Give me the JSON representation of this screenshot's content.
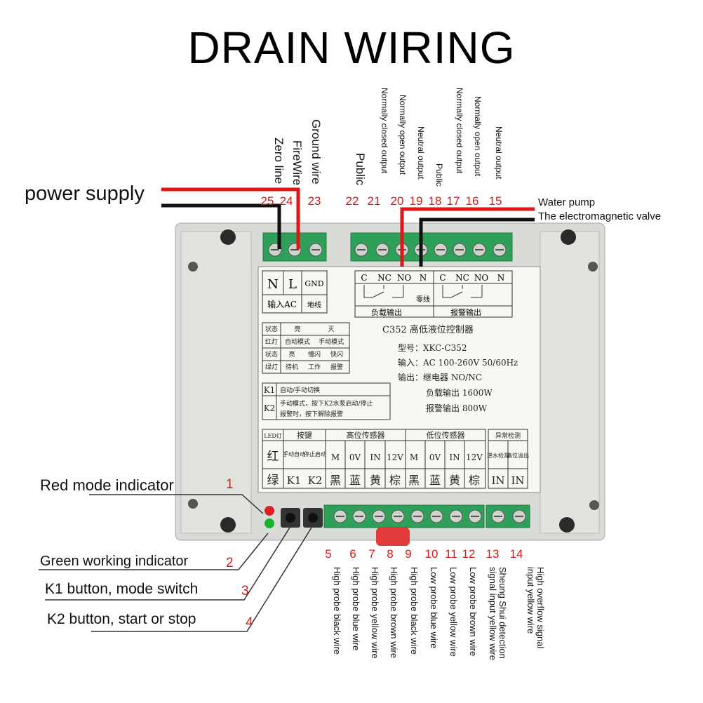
{
  "title": "DRAIN WIRING",
  "power_supply": "power supply",
  "top_labels": {
    "zero_line": "Zero line",
    "fire_wire": "FireWire",
    "ground_wire": "Ground wire",
    "public_1": "Public",
    "nc_output_1": "Normally closed output",
    "no_output_1": "Normally open output",
    "neutral_output_1": "Neutral output",
    "public_2": "Public",
    "nc_output_2": "Normally closed output",
    "no_output_2": "Normally open output",
    "neutral_output_2": "Neutral output"
  },
  "top_terminals": [
    "25",
    "24",
    "23",
    "22",
    "21",
    "20",
    "19",
    "18",
    "17",
    "16",
    "15"
  ],
  "right_labels": {
    "water_pump": "Water pump",
    "valve": "The electromagnetic valve"
  },
  "left_callouts": {
    "red_indicator": "Red mode indicator",
    "red_num": "1",
    "green_indicator": "Green working indicator",
    "green_num": "2",
    "k1_button": "K1 button, mode switch",
    "k1_num": "3",
    "k2_button": "K2 button, start or stop",
    "k2_num": "4"
  },
  "bottom_terminals": [
    "5",
    "6",
    "7",
    "8",
    "9",
    "10",
    "11",
    "12",
    "13",
    "14"
  ],
  "bottom_labels": [
    "High probe black wire",
    "High probe blue wire",
    "High probe yellow wire",
    "High probe brown wire",
    "High probe black wire",
    "Low probe blue wire",
    "Low probe yellow wire",
    "Low probe brown wire",
    "Sheung Shui detection signal input yellow wire",
    "High overflow signal input yellow wire"
  ],
  "panel": {
    "power_n": "N",
    "power_l": "L",
    "power_gnd": "GND",
    "power_input": "输入AC",
    "ground_cn": "地线",
    "relay_c1": "C",
    "relay_nc1": "NC",
    "relay_no1": "NO",
    "relay_n1": "N",
    "relay_c2": "C",
    "relay_nc2": "NC",
    "relay_no2": "NO",
    "relay_n2": "N",
    "neutral_cn": "零线",
    "load_out": "负载输出",
    "alarm_out": "报警输出",
    "model_title": "C352 高低液位控制器",
    "model": "型号：XKC-C352",
    "input_spec": "输入：AC 100-260V 50/60Hz",
    "output_spec": "输出：继电器 NO/NC",
    "load_spec": "负载输出 1600W",
    "alarm_spec": "报警输出 800W",
    "state_hdr": "状态",
    "on_cn": "亮",
    "off_cn": "灭",
    "red_lamp": "红灯",
    "auto_mode": "自动模式",
    "manual_mode": "手动模式",
    "state_hdr2": "状态",
    "on_cn2": "亮",
    "slow_flash": "慢闪",
    "fast_flash": "快闪",
    "green_lamp": "绿灯",
    "standby": "待机",
    "working": "工作",
    "alarm": "报警",
    "k1": "K1",
    "k1_desc": "自动/手动切换",
    "k2": "K2",
    "k2_desc1": "手动模式，按下K2水泵启动/停止",
    "k2_desc2": "报警时，按下解除报警",
    "led_hdr": "LED灯",
    "key_hdr": "按键",
    "high_sensor": "高位传感器",
    "low_sensor": "低位传感器",
    "abnormal": "异常检测",
    "red_cn": "红",
    "green_cn": "绿",
    "manual_auto": "手动自动",
    "stop_start": "停止启动",
    "k1b": "K1",
    "k2b": "K2",
    "cols": [
      "M",
      "0V",
      "IN",
      "12V",
      "M",
      "0V",
      "IN",
      "12V"
    ],
    "colors": [
      "黑",
      "蓝",
      "黄",
      "棕",
      "黑",
      "蓝",
      "黄",
      "棕"
    ],
    "inlet_detect": "进水检测",
    "high_overflow": "高位溢出",
    "in1": "IN",
    "in2": "IN"
  }
}
